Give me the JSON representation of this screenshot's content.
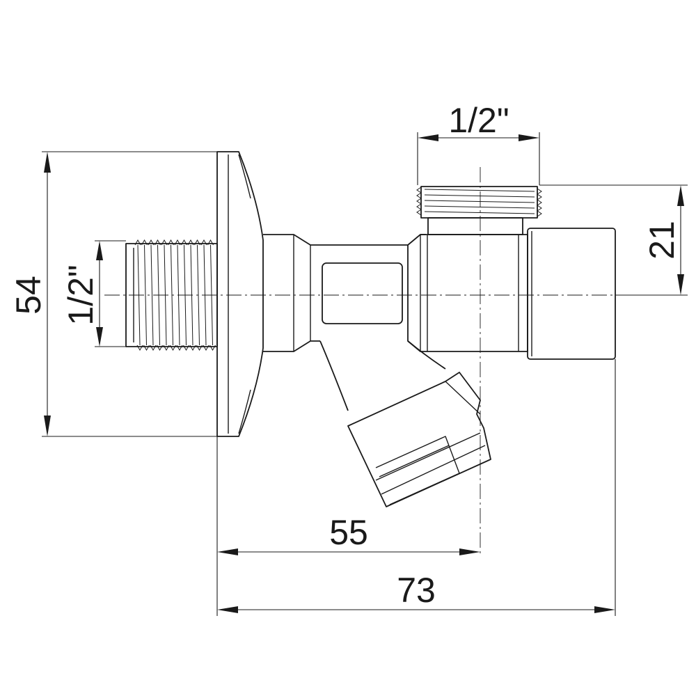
{
  "drawing": {
    "units": "mm",
    "dimensions": {
      "overall_height": "54",
      "inlet_thread": "1/2\"",
      "outlet_thread": "1/2\"",
      "outlet_height": "21",
      "axis_distance": "55",
      "overall_length": "73"
    }
  }
}
